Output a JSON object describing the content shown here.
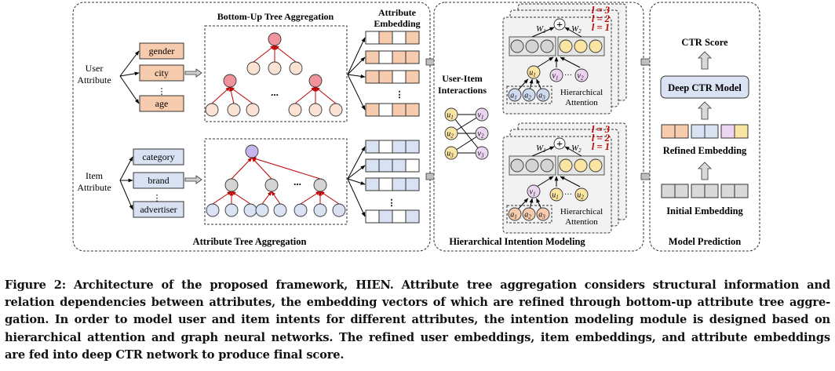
{
  "figure": {
    "panels": {
      "attribute_tree": {
        "title": "Attribute Tree Aggregation",
        "tree_title": "Bottom-Up Tree Aggregation",
        "embedding_title_line1": "Attribute",
        "embedding_title_line2": "Embedding",
        "user_label_line1": "User",
        "user_label_line2": "Attribute",
        "item_label_line1": "Item",
        "item_label_line2": "Attribute",
        "user_attributes": [
          "gender",
          "city",
          "age"
        ],
        "item_attributes": [
          "category",
          "brand",
          "advertiser"
        ],
        "ellipsis": "...",
        "vdots": "⋮",
        "user_embedding_rows": [
          [
            0,
            1,
            0,
            1
          ],
          [
            1,
            0,
            1,
            1
          ],
          [
            1,
            1,
            0,
            1
          ],
          [
            1,
            0,
            1,
            1
          ]
        ],
        "item_embedding_rows": [
          [
            1,
            0,
            1,
            1
          ],
          [
            1,
            1,
            1,
            0
          ],
          [
            1,
            0,
            1,
            1
          ],
          [
            0,
            1,
            0,
            1
          ]
        ]
      },
      "intention": {
        "title": "Hierarchical Intention Modeling",
        "interactions_line1": "User-Item",
        "interactions_line2": "Interactions",
        "layer_labels": [
          "l = 3",
          "l = 2",
          "l = 1"
        ],
        "w1": "W",
        "w1_sub": "1",
        "w2": "W",
        "w2_sub": "2",
        "attention_line1": "Hierarchical",
        "attention_line2": "Attention",
        "user_nodes": [
          "u1",
          "u2",
          "u3"
        ],
        "item_nodes": [
          "v1",
          "v2",
          "v3"
        ],
        "attr_nodes": [
          "a1",
          "a2",
          "a3"
        ],
        "top_center_node": "u1",
        "top_side_nodes": [
          "v1",
          "v2"
        ],
        "bottom_center_node": "v1",
        "bottom_side_nodes": [
          "u1",
          "u2"
        ]
      },
      "prediction": {
        "title": "Model Prediction",
        "ctr_score": "CTR Score",
        "deep_model": "Deep CTR Model",
        "refined": "Refined Embedding",
        "initial": "Initial Embedding"
      }
    },
    "colors": {
      "user_fill": "#f7cbad",
      "item_fill": "#d9e2f3",
      "root_user": "#f0939c",
      "root_item": "#c4b5ee",
      "node_gray": "#d4d4d4",
      "node_yellow": "#fbe5a4",
      "node_pink": "#ecd5f0",
      "node_blue": "#cfdcef",
      "red_arrow": "#c00000",
      "panel_gray": "#f2f2f2",
      "deep_model_fill": "#dae3f3"
    }
  },
  "caption": {
    "lines": [
      "Figure 2: Architecture of the proposed framework, HIEN. Attribute tree aggregation considers structural information and",
      "relation dependencies between attributes, the embedding vectors of which are refined through bottom-up attribute tree aggre-",
      "gation. In order to model user and item intents for different attributes, the intention modeling module is designed based on",
      "hierarchical attention and graph neural networks. The refined user embeddings, item embeddings, and attribute embeddings",
      "are fed into deep CTR network to produce final score."
    ]
  }
}
